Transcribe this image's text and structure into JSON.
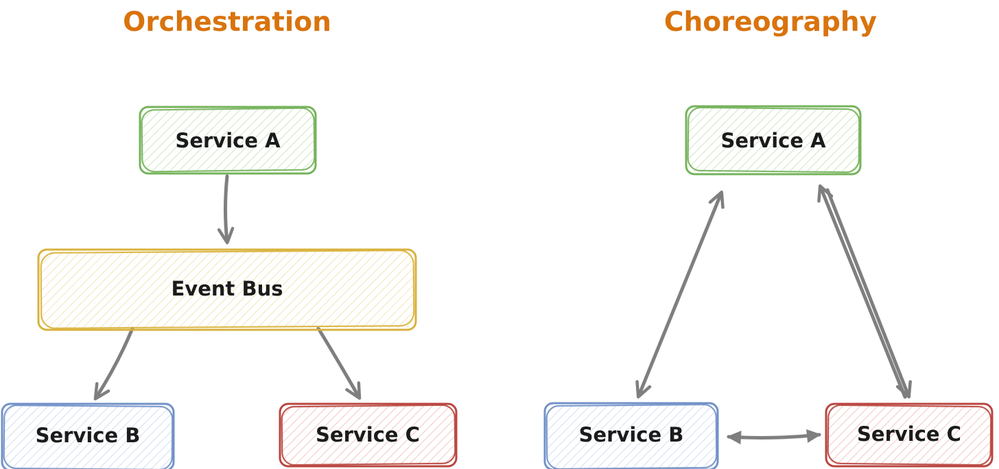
{
  "page": {
    "background": "#ffffff",
    "description": "Hand-drawn comparison of Orchestration vs Choreography microservice event patterns"
  },
  "colors": {
    "title": "#d9730d",
    "label": "#1b1b1b",
    "arrow": "#7f7f7f",
    "green_stroke": "#74b35a",
    "green_hatch": "#c3deb3",
    "yellow_stroke": "#d9b23c",
    "yellow_hatch": "#f0dfa4",
    "blue_stroke": "#7191c8",
    "blue_hatch": "#c8d6f0",
    "red_stroke": "#b9463f",
    "red_hatch": "#eebab4"
  },
  "diagrams": {
    "orchestration": {
      "title": "Orchestration",
      "nodes": [
        {
          "id": "service-a",
          "label": "Service A",
          "color": "green"
        },
        {
          "id": "event-bus",
          "label": "Event Bus",
          "color": "yellow"
        },
        {
          "id": "service-b",
          "label": "Service B",
          "color": "blue"
        },
        {
          "id": "service-c",
          "label": "Service C",
          "color": "red"
        }
      ],
      "edges": [
        {
          "from": "Service A",
          "to": "Event Bus",
          "style": "one-way"
        },
        {
          "from": "Event Bus",
          "to": "Service B",
          "style": "one-way"
        },
        {
          "from": "Event Bus",
          "to": "Service C",
          "style": "one-way"
        }
      ]
    },
    "choreography": {
      "title": "Choreography",
      "nodes": [
        {
          "id": "service-a",
          "label": "Service A",
          "color": "green"
        },
        {
          "id": "service-b",
          "label": "Service B",
          "color": "blue"
        },
        {
          "id": "service-c",
          "label": "Service C",
          "color": "red"
        }
      ],
      "edges": [
        {
          "from": "Service B",
          "to": "Service A",
          "style": "two-way"
        },
        {
          "from": "Service C",
          "to": "Service A",
          "style": "one-way"
        },
        {
          "from": "Service A",
          "to": "Service C",
          "style": "one-way"
        },
        {
          "from": "Service B",
          "to": "Service C",
          "style": "two-way"
        }
      ]
    }
  }
}
